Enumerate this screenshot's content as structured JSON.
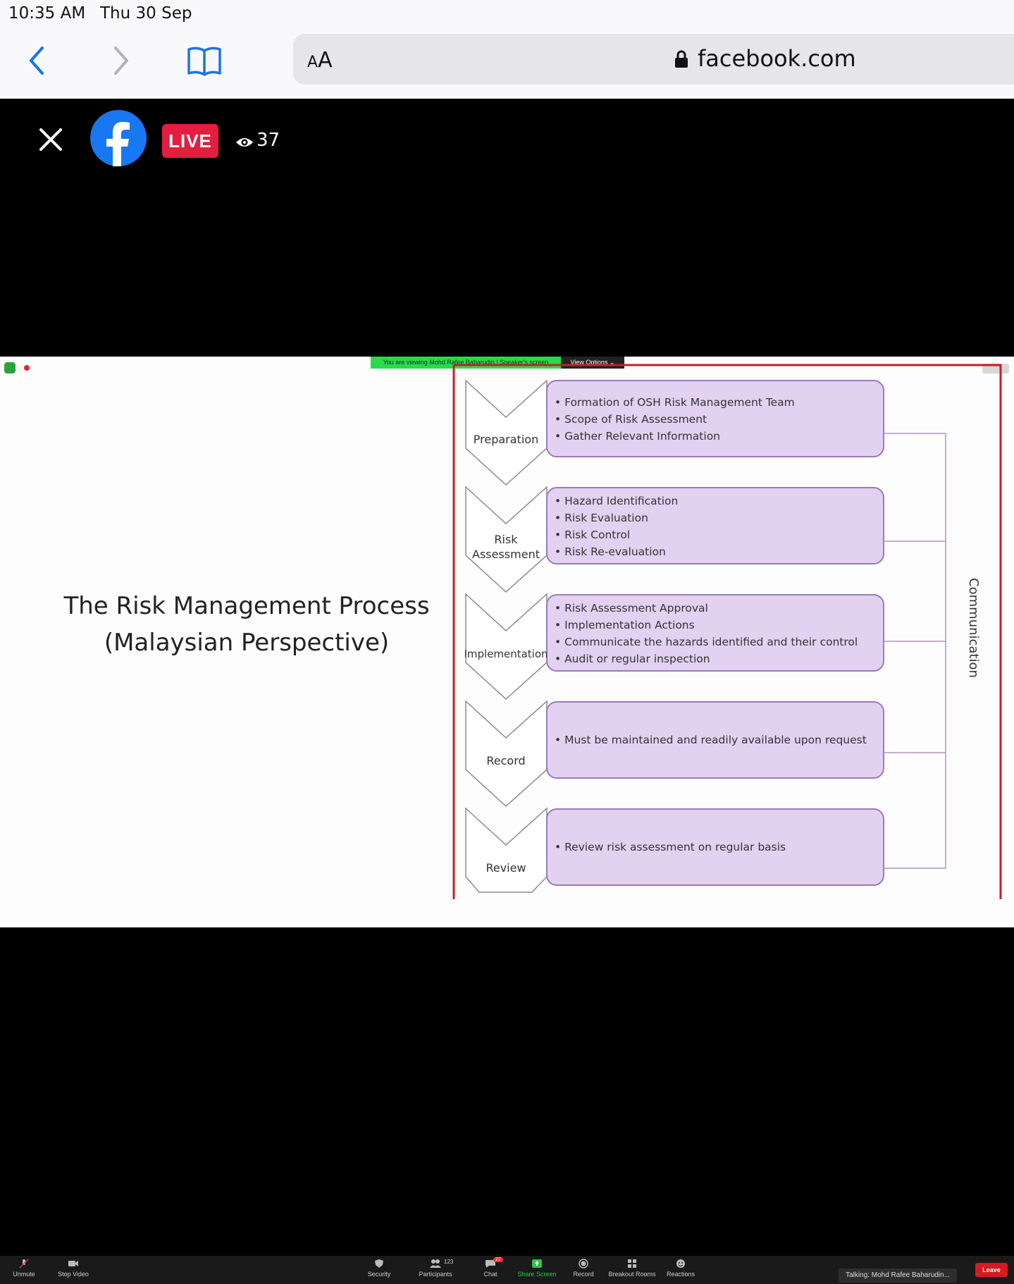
{
  "status": {
    "time": "10:35 AM",
    "date": "Thu 30 Sep"
  },
  "browser": {
    "aa_label_big": "A",
    "aa_label_small": "A",
    "url": "facebook.com"
  },
  "fb": {
    "live_label": "LIVE",
    "viewer_count": "37"
  },
  "zoom": {
    "viewing_banner": "You are viewing Mohd Rafee Baharudin | Speaker's screen",
    "view_options": "View Options ⌄",
    "talking": "Talking: Mohd Rafee Baharudin...",
    "leave": "Leave",
    "toolbar": {
      "unmute": "Unmute",
      "stop_video": "Stop Video",
      "security": "Security",
      "participants": "Participants",
      "participants_count": "123",
      "chat": "Chat",
      "chat_badge": "27",
      "share_screen": "Share Screen",
      "record": "Record",
      "breakout_rooms": "Breakout Rooms",
      "reactions": "Reactions"
    }
  },
  "slide": {
    "title_line1": "The Risk Management Process",
    "title_line2": "(Malaysian Perspective)",
    "side_label": "Communication",
    "steps": [
      {
        "label": "Preparation",
        "items": [
          "Formation of OSH Risk Management Team",
          "Scope of Risk Assessment",
          "Gather Relevant Information"
        ]
      },
      {
        "label_line1": "Risk",
        "label_line2": "Assessment",
        "items": [
          "Hazard Identification",
          "Risk Evaluation",
          "Risk Control",
          "Risk Re-evaluation"
        ]
      },
      {
        "label": "Implementation",
        "items": [
          "Risk Assessment Approval",
          "Implementation Actions",
          "Communicate the hazards identified and their control",
          "Audit or regular inspection"
        ]
      },
      {
        "label": "Record",
        "items": [
          "Must be maintained and readily available upon request"
        ]
      },
      {
        "label": "Review",
        "items": [
          "Review risk assessment on regular basis"
        ]
      }
    ]
  }
}
